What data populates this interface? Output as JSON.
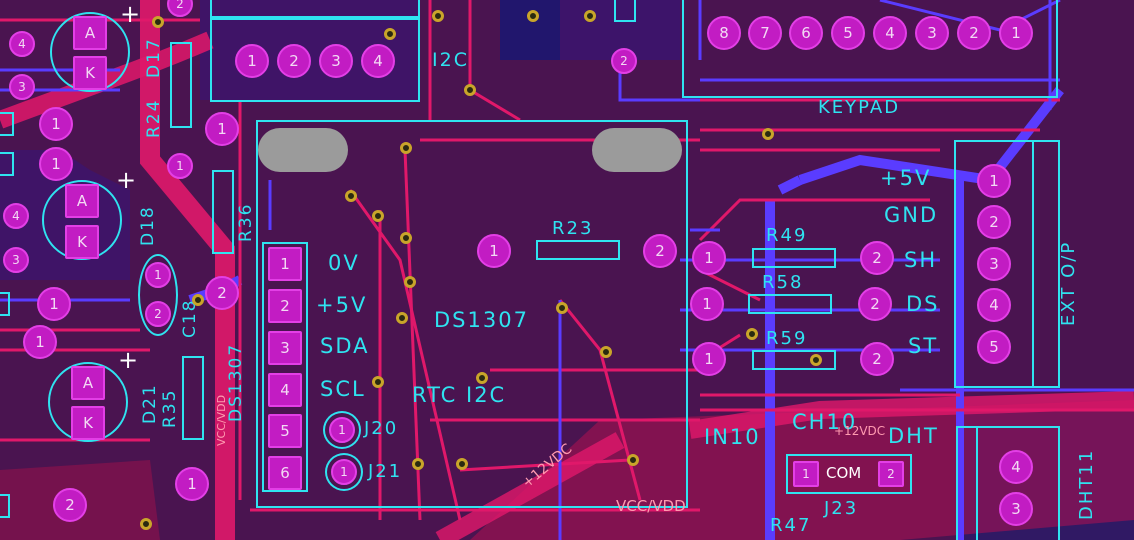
{
  "labels": {
    "i2c": "I2C",
    "keypad": "KEYPAD",
    "r24": "R24",
    "d17": "D17",
    "r36": "R36",
    "d18": "D18",
    "c18": "C18",
    "ds1307_side": "DS1307",
    "r35": "R35",
    "d21": "D21",
    "vccvdd_small": "VCC/VDD",
    "r23": "R23",
    "ds1307": "DS1307",
    "rtc_i2c": "RTC I2C",
    "ov": "0V",
    "plus5v": "+5V",
    "sda": "SDA",
    "scl": "SCL",
    "j20": "J20",
    "j21": "J21",
    "plus12vdc": "+12VDC",
    "vccvdd": "VCC/VDD",
    "r49": "R49",
    "r58": "R58",
    "r59": "R59",
    "ext_plus5v": "+5V",
    "gnd": "GND",
    "sh": "SH",
    "ds": "DS",
    "st": "ST",
    "ext_op": "EXT O/P",
    "in10": "IN10",
    "ch10": "CH10",
    "plus12vdc_small": "+12VDC",
    "dht": "DHT",
    "dht11": "DHT11",
    "j23": "J23",
    "r47": "R47",
    "com": "COM",
    "pad_a": "A",
    "pad_k": "K"
  },
  "i2c_pins": [
    "1",
    "2",
    "3",
    "4"
  ],
  "keypad_pins": [
    "8",
    "7",
    "6",
    "5",
    "4",
    "3",
    "2",
    "1"
  ],
  "rtc_pins": [
    "1",
    "2",
    "3",
    "4",
    "5",
    "6"
  ],
  "ext_pins": [
    "1",
    "2",
    "3",
    "4",
    "5"
  ],
  "dht_pins": [
    "4",
    "3"
  ],
  "j23_pins": [
    "1",
    "2"
  ],
  "pin1": "1",
  "pin2": "2",
  "pin3": "3",
  "pin4": "4",
  "colors": {
    "board": "#4a1450",
    "silkscreen": "#2fe3f0",
    "pad": "#c21cc3",
    "top_trace": "#e0186a",
    "bottom_trace": "#5a3cff"
  }
}
